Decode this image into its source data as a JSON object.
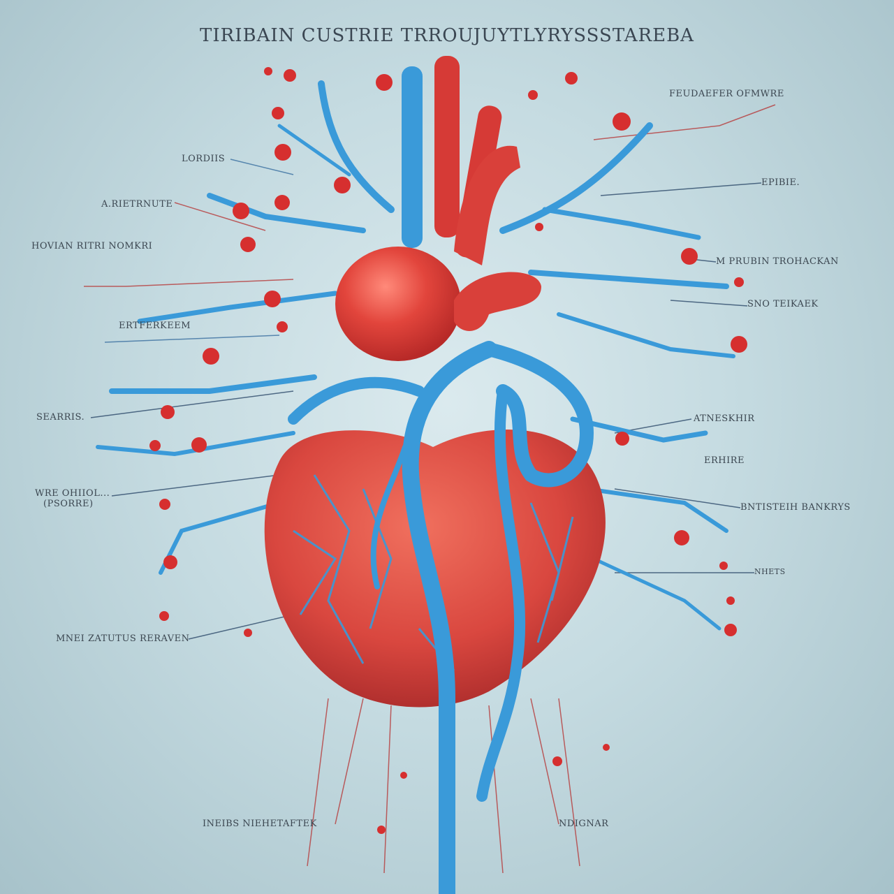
{
  "title": "TIRIBAIN CUSTRIE TRROUJUYTLYRYSSSTAREBA",
  "labels_left": [
    {
      "id": "lordiis",
      "text": "LORDIIS"
    },
    {
      "id": "arietrnute",
      "text": "A.RIETRNUTE"
    },
    {
      "id": "hovian",
      "text": "HOVIAN RITRI NOMKRI"
    },
    {
      "id": "ertferkeem",
      "text": "ERTFERKEEM"
    },
    {
      "id": "searris",
      "text": "SEARRIS."
    },
    {
      "id": "wre",
      "text": "WRE OHIIOL..."
    },
    {
      "id": "psorre",
      "text": "(PSORRE)"
    },
    {
      "id": "mnei",
      "text": "MNEI ZATUTUS RERAVEN"
    },
    {
      "id": "ineibs",
      "text": "INEIBS NIEHETAFTEK"
    }
  ],
  "labels_right": [
    {
      "id": "feudaefer",
      "text": "FEUDAEFER OFMWRE"
    },
    {
      "id": "epibie",
      "text": "EPIBIE."
    },
    {
      "id": "prubin",
      "text": "M PRUBIN TROHACKAN"
    },
    {
      "id": "sno",
      "text": "SNO TEIKAEK"
    },
    {
      "id": "atneskhir",
      "text": "ATNESKHIR"
    },
    {
      "id": "erhire",
      "text": "ERHIRE"
    },
    {
      "id": "bntisteih",
      "text": "BNTISTEIH BANKRYS"
    },
    {
      "id": "nhets",
      "text": "NHETS"
    },
    {
      "id": "ndignar",
      "text": "NDIGNAR"
    }
  ],
  "colors": {
    "vein": "#3a9ad9",
    "artery": "#d93b3b",
    "heart": "#d9473f",
    "background": "#c5dbe1"
  }
}
